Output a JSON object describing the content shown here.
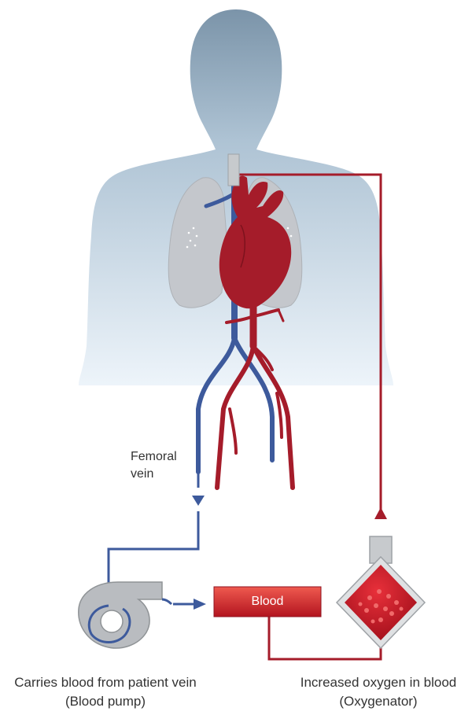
{
  "labels": {
    "femoral_vein_line1": "Femoral",
    "femoral_vein_line2": "vein",
    "blood": "Blood"
  },
  "captions": {
    "pump_line1": "Carries blood from patient vein",
    "pump_line2": "(Blood pump)",
    "oxygenator_line1": "Increased oxygen in blood",
    "oxygenator_line2": "(Oxygenator)"
  },
  "colors": {
    "deoxygenated": "#3d5a9c",
    "oxygenated": "#a51c2a",
    "lungs": "#c4c7cc",
    "body_top": "#7f98ad",
    "body_bottom": "#e6f0f8",
    "pump_gray": "#b9bcc0"
  },
  "icons": [
    "body-silhouette-icon",
    "lungs-icon",
    "heart-icon",
    "blood-pump-icon",
    "oxygenator-icon"
  ]
}
